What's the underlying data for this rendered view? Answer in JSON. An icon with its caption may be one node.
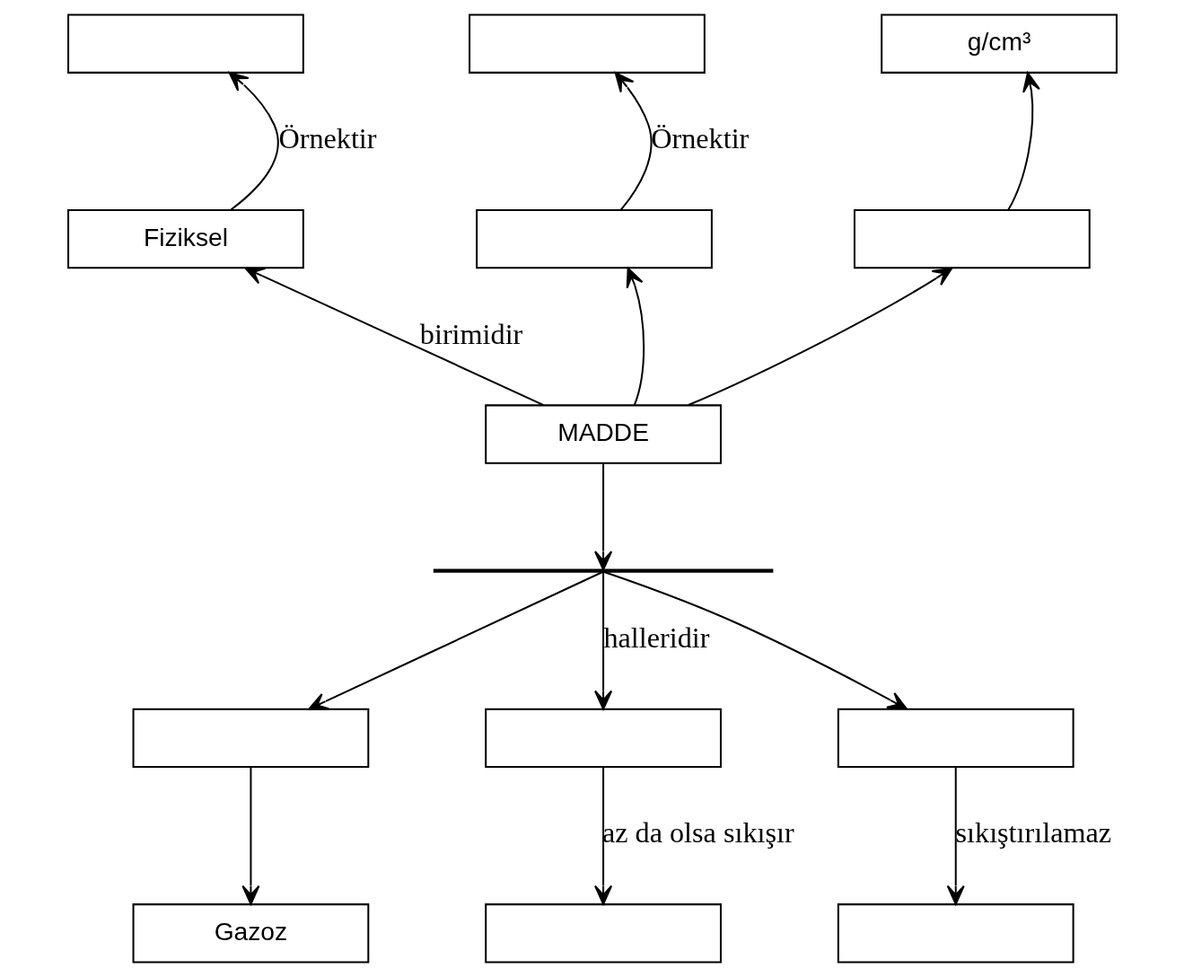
{
  "diagram": {
    "nodes": [
      {
        "text": [],
        "shape": "box"
      },
      {
        "text": [],
        "shape": "box"
      },
      {
        "text": [
          "g/cm³"
        ]
      },
      {
        "text": [
          "Fiziksel"
        ]
      },
      {
        "text": [],
        "shape": "box"
      },
      {
        "text": [],
        "shape": "box"
      },
      {
        "text": [
          "MADDE"
        ]
      },
      {
        "text": [],
        "shape": "bar"
      },
      {
        "text": [],
        "shape": "box"
      },
      {
        "text": [],
        "shape": "box"
      },
      {
        "text": [],
        "shape": "box"
      },
      {
        "text": [
          "Gazoz"
        ]
      },
      {
        "text": [],
        "shape": "box"
      },
      {
        "text": [],
        "shape": "box"
      }
    ],
    "edges": [
      {
        "from": 3,
        "to": 0,
        "arrow": "to",
        "label": "Örnektir"
      },
      {
        "from": 4,
        "to": 1,
        "arrow": "to",
        "label": "Örnektir"
      },
      {
        "from": 5,
        "to": 2,
        "arrow": "to"
      },
      {
        "from": 6,
        "to": 3,
        "arrow": "to",
        "label": "birimidir"
      },
      {
        "from": 6,
        "to": 4,
        "arrow": "to"
      },
      {
        "from": 6,
        "to": 5,
        "arrow": "to"
      },
      {
        "from": 6,
        "to": 7,
        "arrow": "to"
      },
      {
        "from": 7,
        "to": 8,
        "arrow": "to"
      },
      {
        "from": 7,
        "to": 9,
        "arrow": "to",
        "label": "halleridir"
      },
      {
        "from": 7,
        "to": 10,
        "arrow": "to"
      },
      {
        "from": 8,
        "to": 11,
        "arrow": "to"
      },
      {
        "from": 9,
        "to": 12,
        "arrow": "to",
        "label": "az da olsa sıkışır"
      },
      {
        "from": 10,
        "to": 13,
        "arrow": "to",
        "label": "sıkıştırılamaz"
      }
    ]
  }
}
